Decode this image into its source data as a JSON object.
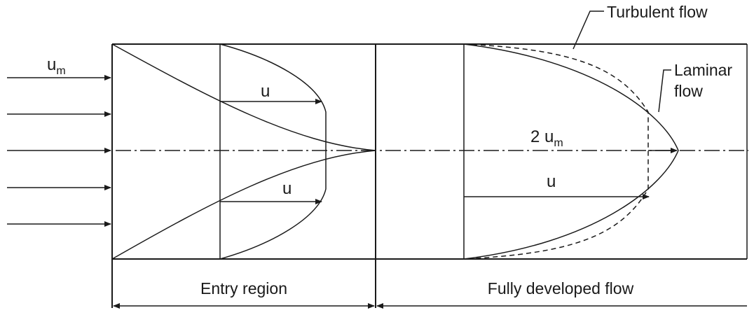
{
  "labels": {
    "inlet_velocity": {
      "base": "u",
      "sub": "m"
    },
    "entry_u_upper": "u",
    "entry_u_lower": "u",
    "centerline_velocity": {
      "prefix": "2 u",
      "sub": "m"
    },
    "developed_u": "u",
    "turbulent": "Turbulent flow",
    "laminar_line1": "Laminar",
    "laminar_line2": "flow",
    "entry_region": "Entry region",
    "fully_developed": "Fully developed flow"
  }
}
